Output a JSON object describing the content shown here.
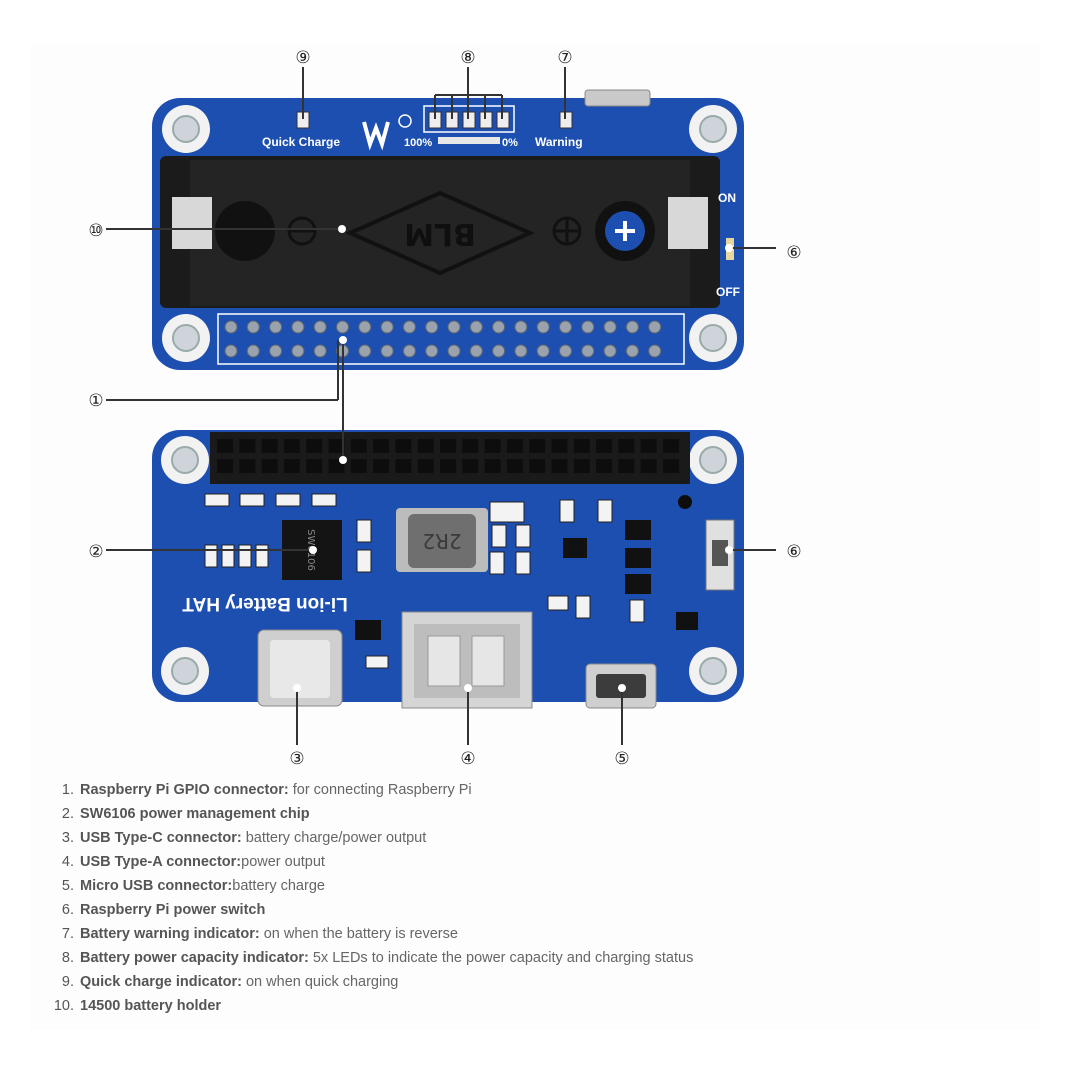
{
  "board_labels": {
    "product_name": "Li-ion Battery HAT",
    "quick_charge": "Quick Charge",
    "pct_100": "100%",
    "pct_0": "0%",
    "warning": "Warning",
    "switch_on": "ON",
    "switch_off": "OFF",
    "holder_mark": "BLM",
    "chip_mark": "SW6106",
    "inductor_mark": "2R2"
  },
  "callouts": [
    "⑨",
    "⑧",
    "⑦",
    "⑩",
    "⑥",
    "①",
    "②",
    "⑥",
    "③",
    "④",
    "⑤"
  ],
  "legend": [
    {
      "num": "1.",
      "term": "Raspberry Pi GPIO connector:",
      "desc": " for connecting Raspberry Pi"
    },
    {
      "num": "2.",
      "term": "SW6106 power management chip",
      "desc": ""
    },
    {
      "num": "3.",
      "term": "USB Type-C connector:",
      "desc": " battery charge/power output"
    },
    {
      "num": "4.",
      "term": "USB Type-A connector:",
      "desc": "power output"
    },
    {
      "num": "5.",
      "term": "Micro USB connector:",
      "desc": "battery charge"
    },
    {
      "num": "6.",
      "term": "Raspberry Pi power switch",
      "desc": ""
    },
    {
      "num": "7.",
      "term": "Battery warning indicator:",
      "desc": " on when the battery is reverse"
    },
    {
      "num": "8.",
      "term": "Battery power capacity indicator:",
      "desc": " 5x LEDs to indicate the power capacity and charging status"
    },
    {
      "num": "9.",
      "term": "Quick charge indicator:",
      "desc": " on when quick charging"
    },
    {
      "num": "10.",
      "term": "14500 battery holder",
      "desc": ""
    }
  ],
  "colors": {
    "pcb_blue": "#1d4fb0",
    "pcb_dark": "#153d8f",
    "holder_black": "#1b1b1b",
    "silkscreen": "#ffffff"
  }
}
